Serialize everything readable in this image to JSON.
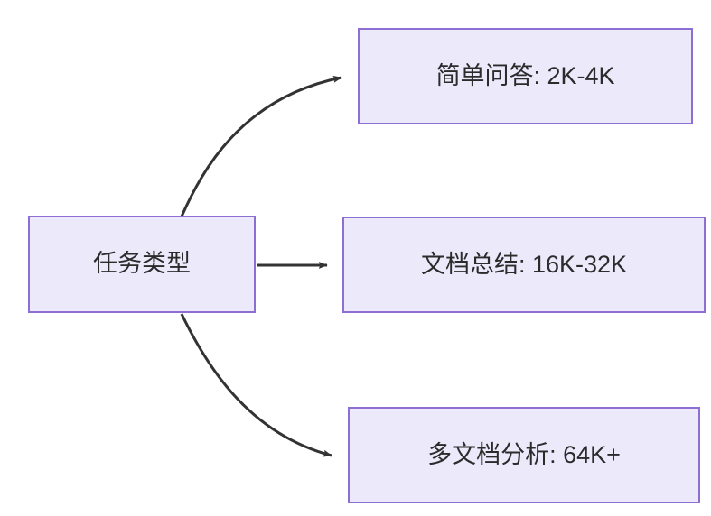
{
  "diagram": {
    "type": "flowchart",
    "direction": "left-to-right",
    "background_color": "#ffffff",
    "node_fill_color": "#ece9fb",
    "node_border_color": "#8d6fd4",
    "edge_color": "#333333",
    "text_color": "#2b2b2b",
    "root": {
      "id": "root",
      "label": "任务类型"
    },
    "branches": [
      {
        "id": "simple",
        "label": "简单问答: 2K-4K",
        "edge_style": "curved-up",
        "arrow": "filled-triangle"
      },
      {
        "id": "summary",
        "label": "文档总结: 16K-32K",
        "edge_style": "straight",
        "arrow": "filled-triangle"
      },
      {
        "id": "multidoc",
        "label": "多文档分析: 64K+",
        "edge_style": "curved-down",
        "arrow": "filled-triangle"
      }
    ]
  }
}
